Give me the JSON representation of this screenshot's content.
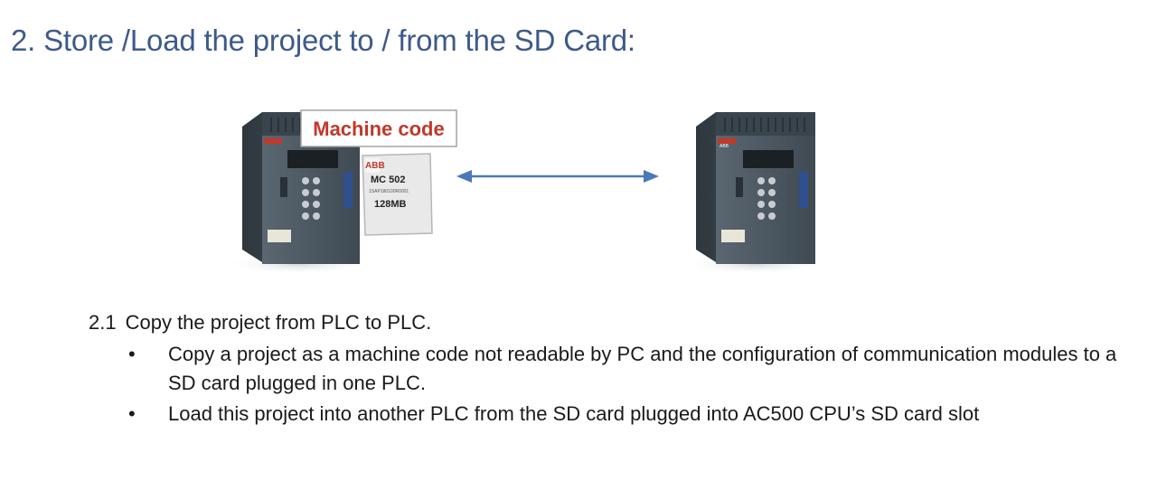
{
  "slide": {
    "title": "2. Store /Load the project to / from the SD Card:"
  },
  "illustration": {
    "label_box": "Machine code",
    "sd_card": {
      "brand": "ABB",
      "model": "MC 502",
      "part_number": "1SAP180100R0001",
      "capacity": "128MB"
    },
    "plc_brand": "ABB",
    "colors": {
      "label_text": "#c0392b",
      "arrow": "#4a78b8",
      "plc_body": "#4b5660"
    }
  },
  "section": {
    "number": "2.1",
    "heading": "Copy the project from PLC to PLC.",
    "bullets": [
      "Copy a project as a machine code not readable by PC and the configuration of communication modules to a SD card plugged in one PLC.",
      "Load this project into another PLC from the SD card plugged into AC500 CPU’s SD card slot"
    ],
    "bullet_glyph": "•"
  }
}
